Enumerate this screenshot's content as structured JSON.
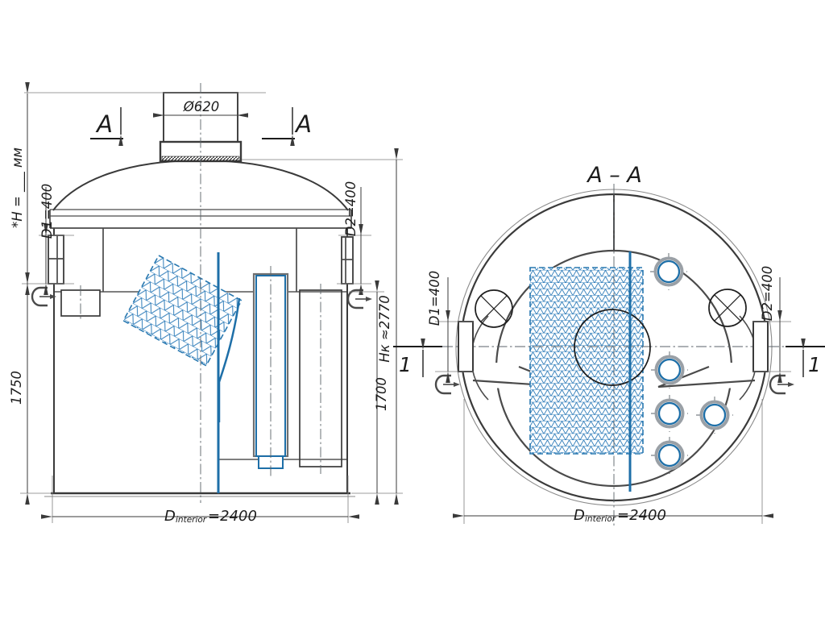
{
  "colors": {
    "line": "#3a3a3a",
    "accent_blue": "#1e6fa8",
    "mesh_blue": "#2b7ab8",
    "ring_gray": "#9aa0a6"
  },
  "left_view": {
    "section_letter_left": "A",
    "section_letter_right": "A",
    "dim_manhole": "Ø620",
    "dim_total_height": "*H = ___ мм",
    "dim_inlet": "D1=400",
    "dim_outlet": "D2=400",
    "dim_body_height": "1750",
    "dim_shell_height": "Hк ≈2770",
    "dim_outlet_depth": "1700",
    "dim_diameter": {
      "prefix": "D",
      "subscript": "interior",
      "value": "=2400"
    }
  },
  "section_view": {
    "title": "A – A",
    "dim_inlet": "D1=400",
    "dim_outlet": "D2=400",
    "detail_marker_left": "1",
    "detail_marker_right": "1",
    "dim_diameter": {
      "prefix": "D",
      "subscript": "interior",
      "value": "=2400"
    }
  }
}
